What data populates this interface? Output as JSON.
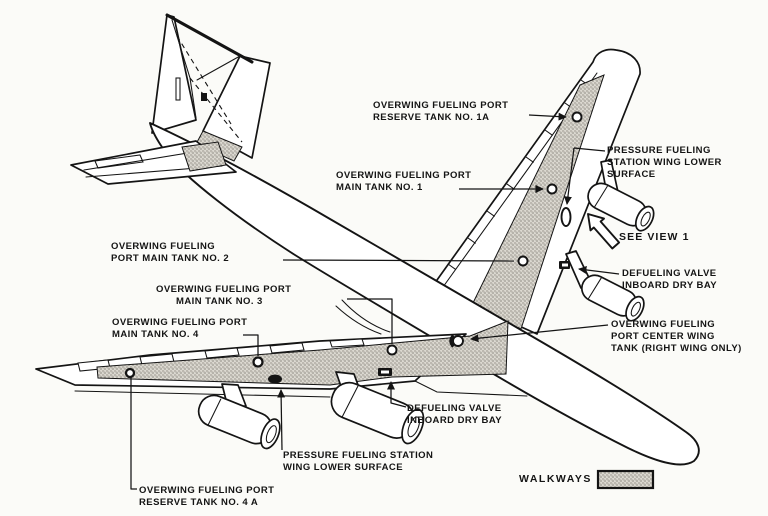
{
  "colors": {
    "ink": "#141414",
    "bg": "#fbfbf8",
    "walkway": "#dcd9d1"
  },
  "see_view": "SEE VIEW 1",
  "legend": {
    "walkways": "WALKWAYS"
  },
  "labels": {
    "reserve_tank_1a": [
      "OVERWING FUELING PORT",
      "RESERVE TANK NO. 1A"
    ],
    "main_tank_1": [
      "OVERWING FUELING PORT",
      "MAIN TANK NO. 1"
    ],
    "pressure_fueling_top": [
      "PRESSURE FUELING",
      "STATION WING LOWER",
      "SURFACE"
    ],
    "main_tank_2": [
      "OVERWING FUELING",
      "PORT MAIN TANK NO. 2"
    ],
    "defueling_valve_right": [
      "DEFUELING VALVE",
      "INBOARD DRY BAY"
    ],
    "main_tank_3": [
      "OVERWING FUELING PORT",
      "MAIN TANK NO. 3"
    ],
    "main_tank_4": [
      "OVERWING FUELING PORT",
      "MAIN TANK NO. 4"
    ],
    "center_wing_tank": [
      "OVERWING FUELING",
      "PORT CENTER WING",
      "TANK (RIGHT WING ONLY)"
    ],
    "defueling_valve_bottom": [
      "DEFUELING VALVE",
      "INBOARD DRY BAY"
    ],
    "pressure_fueling_bottom": [
      "PRESSURE FUELING STATION",
      "WING LOWER SURFACE"
    ],
    "reserve_tank_4a": [
      "OVERWING FUELING PORT",
      "RESERVE TANK NO. 4 A"
    ]
  }
}
